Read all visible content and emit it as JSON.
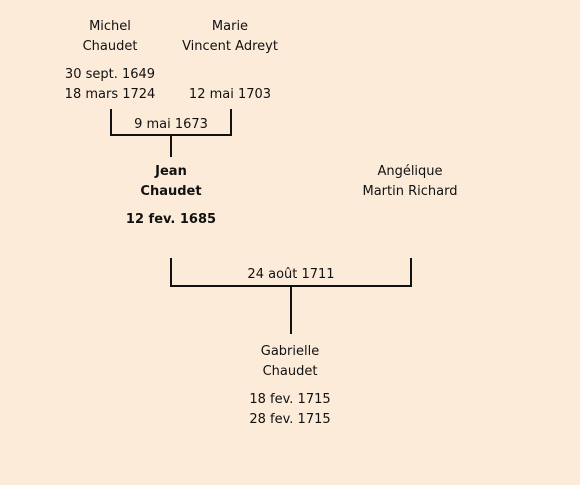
{
  "people": {
    "father": {
      "name_lines": [
        "Michel",
        "Chaudet"
      ],
      "birth": "30 sept. 1649",
      "death": "18 mars 1724"
    },
    "mother": {
      "name_lines": [
        "Marie",
        "Vincent Adreyt"
      ],
      "birth": "",
      "death": "12 mai 1703"
    },
    "subject": {
      "name_lines": [
        "Jean",
        "Chaudet"
      ],
      "birth": "12 fev. 1685"
    },
    "spouse": {
      "name_lines": [
        "Angélique",
        "Martin Richard"
      ]
    },
    "child": {
      "name_lines": [
        "Gabrielle",
        "Chaudet"
      ],
      "birth": "18 fev. 1715",
      "death": "28 fev. 1715"
    }
  },
  "marriages": {
    "parents": "9 mai 1673",
    "subject": "24 août 1711"
  },
  "colors": {
    "background": "#fcebd9",
    "line": "#111111"
  }
}
